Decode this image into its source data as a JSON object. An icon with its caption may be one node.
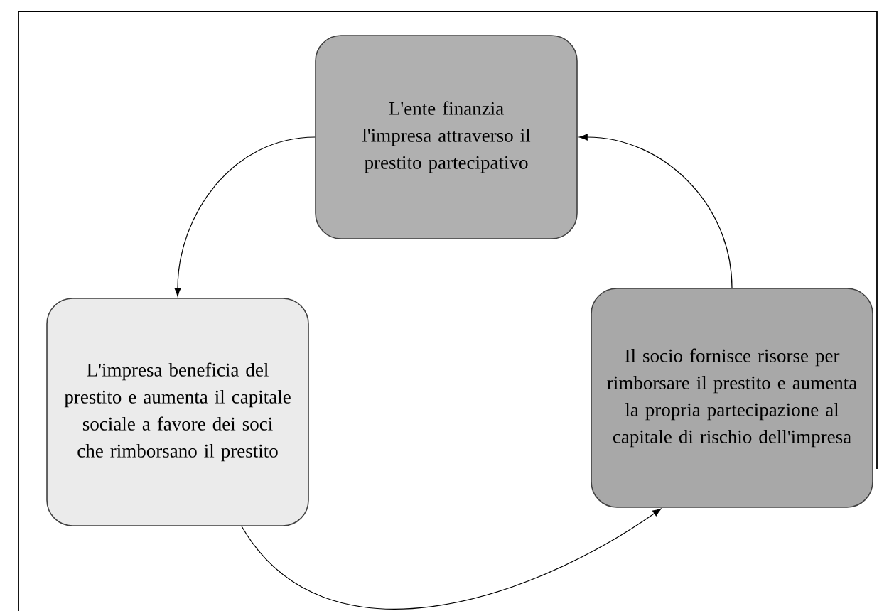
{
  "diagram": {
    "nodes": [
      {
        "text": [
          "L'ente finanzia l'impresa attraverso il prestito partecipativo"
        ]
      },
      {
        "text": [
          "L'impresa beneficia del prestito e aumenta il capitale sociale a favore dei soci che rimborsano il prestito"
        ]
      },
      {
        "text": [
          "Il socio fornisce risorse per rimborsare il prestito e aumenta la propria partecipazione al capitale di rischio dell'impresa"
        ]
      }
    ],
    "edges": [
      {
        "from": 0,
        "to": 1,
        "arrow": "to"
      },
      {
        "from": 1,
        "to": 2,
        "arrow": "to"
      },
      {
        "from": 2,
        "to": 0,
        "arrow": "to"
      }
    ]
  }
}
